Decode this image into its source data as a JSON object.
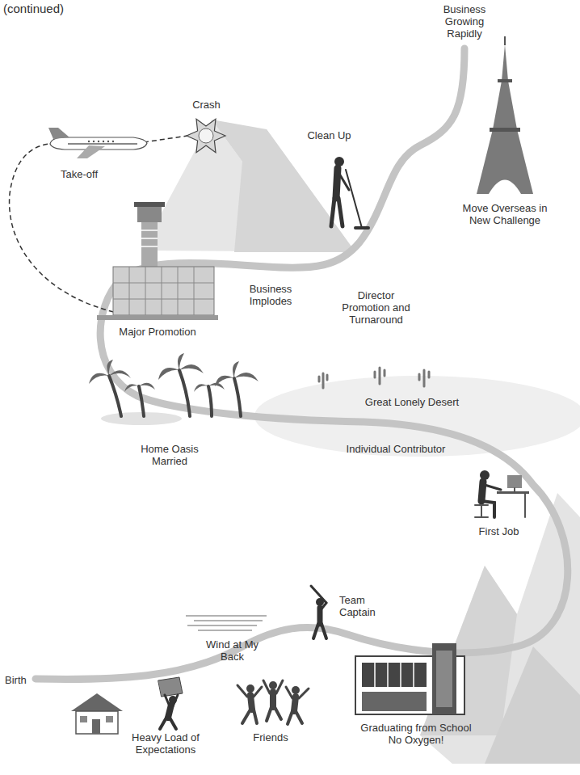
{
  "diagram": {
    "labels": [
      "(continued)",
      "Business Growing Rapidly",
      "Crash",
      "Take-off",
      "Clean Up",
      "Move Overseas in New Challenge",
      "Business Implodes",
      "Director Promotion and Turnaround",
      "Major Promotion",
      "Great Lonely Desert",
      "Individual Contributor",
      "Home Oasis Married",
      "First Job",
      "Team Captain",
      "Wind at My Back",
      "Birth",
      "Heavy Load of Expectations",
      "Friends",
      "Graduating from School No Oxygen!"
    ]
  }
}
